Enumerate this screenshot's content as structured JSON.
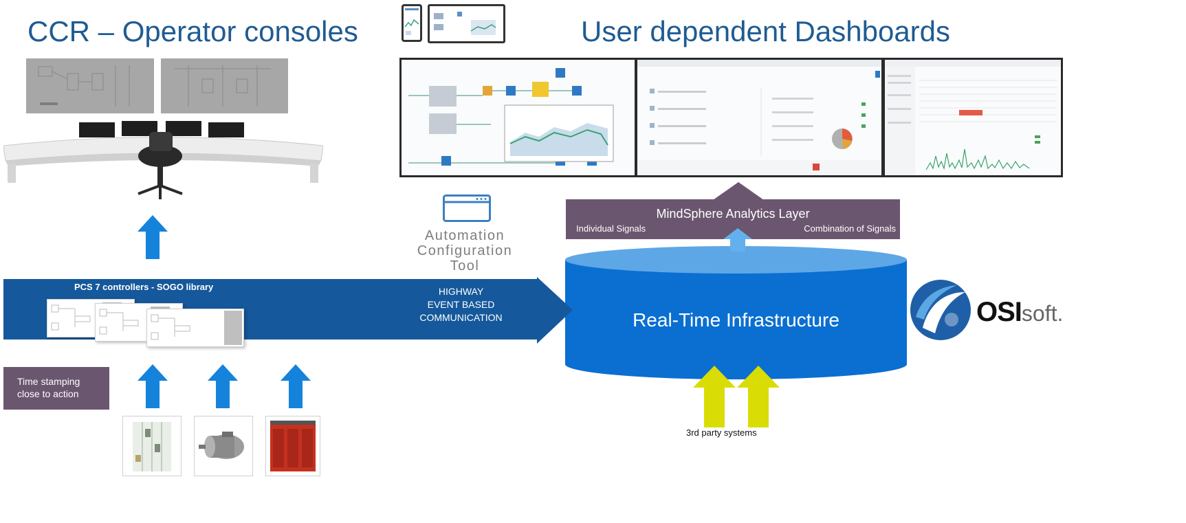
{
  "ccr": {
    "title": "CCR – Operator consoles"
  },
  "dashboards": {
    "title": "User dependent Dashboards"
  },
  "mindsphere": {
    "title": "MindSphere Analytics Layer",
    "left_label": "Individual Signals",
    "right_label": "Combination of Signals"
  },
  "act": {
    "lines": [
      "Automation",
      "Configuration",
      "Tool"
    ],
    "icon": "window-icon"
  },
  "pcs7": {
    "label": "PCS 7 controllers - SOGO library"
  },
  "highway": {
    "lines": [
      "HIGHWAY",
      "EVENT BASED",
      "COMMUNICATION"
    ]
  },
  "rti": {
    "label": "Real-Time Infrastructure"
  },
  "timestamp": {
    "lines": [
      "Time stamping",
      "close to action"
    ]
  },
  "third_party": {
    "label": "3rd party systems"
  },
  "osisoft": {
    "bold": "OSI",
    "light": "soft."
  },
  "colors": {
    "title_blue": "#1f5b92",
    "highway_blue": "#15589b",
    "cylinder_blue": "#0a6fd1",
    "cylinder_top": "#5ea7e6",
    "arrow_blue": "#1583db",
    "mauve": "#6b5670",
    "yellow": "#d9dd05"
  }
}
